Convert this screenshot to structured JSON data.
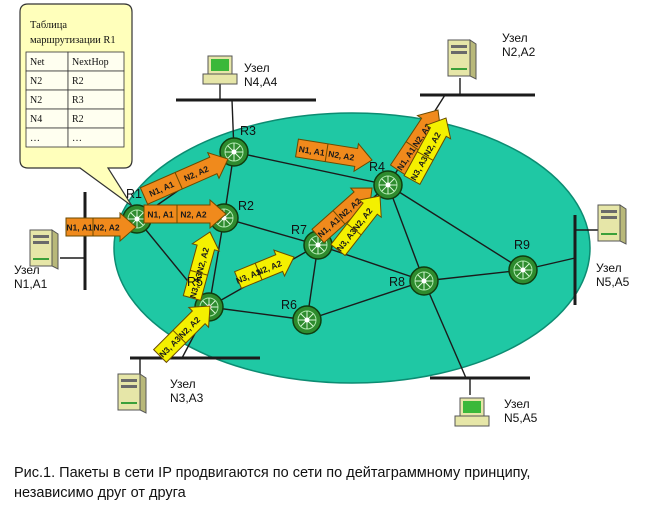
{
  "colors": {
    "ellipse": "#1fc8a4",
    "ellipse_stroke": "#0c8c72",
    "router": "#2e8b2e",
    "orange": "#f08a1c",
    "yellow": "#f4f000",
    "bubble": "#ffffbb",
    "line": "#1b1b1b"
  },
  "routing_table": {
    "title_line1": "Таблица",
    "title_line2": "маршрутизации R1",
    "headers": [
      "Net",
      "NextHop"
    ],
    "rows": [
      [
        "N2",
        "R2"
      ],
      [
        "N2",
        "R3"
      ],
      [
        "N4",
        "R2"
      ],
      [
        "…",
        "…"
      ]
    ]
  },
  "routers": [
    "R1",
    "R2",
    "R3",
    "R4",
    "R5",
    "R6",
    "R7",
    "R8",
    "R9"
  ],
  "hosts": [
    {
      "word": "Узел",
      "addr": "N1,A1"
    },
    {
      "word": "Узел",
      "addr": "N2,A2"
    },
    {
      "word": "Узел",
      "addr": "N3,A3"
    },
    {
      "word": "Узел",
      "addr": "N4,A4"
    },
    {
      "word": "Узел",
      "addr": "N5,A5"
    },
    {
      "word": "Узел",
      "addr": "N5,A5"
    }
  ],
  "packets": {
    "orange": [
      [
        "N1, A1",
        "N2, A2"
      ]
    ],
    "yellow": [
      [
        "N3, A3",
        "N2, A2"
      ]
    ]
  },
  "caption": {
    "line1": "Рис.1. Пакеты в сети IP продвигаются по сети по дейтаграммному принципу,",
    "line2": "независимо друг от друга"
  }
}
